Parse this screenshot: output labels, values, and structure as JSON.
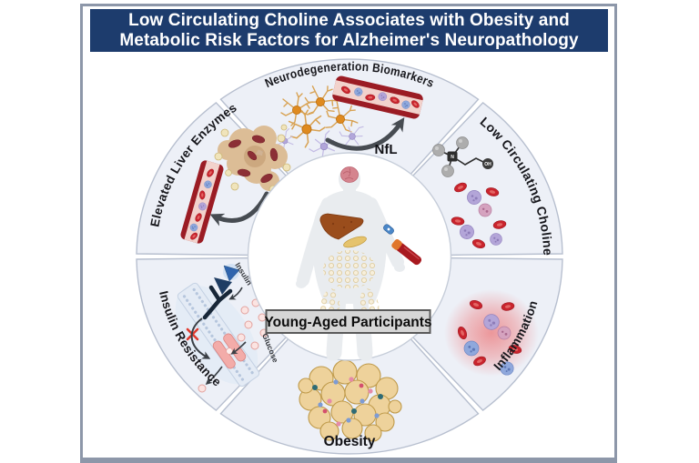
{
  "title": {
    "line1": "Low Circulating Choline Associates with Obesity and",
    "line2": "Metabolic Risk Factors for Alzheimer's Neuropathology"
  },
  "center": {
    "label": "Young-Aged Participants"
  },
  "segments": {
    "neurodegeneration": {
      "label": "Neurodegeneration Biomarkers",
      "biomarker": "NfL"
    },
    "low_circulating_choline": {
      "label": "Low Circulating Choline",
      "molecule_n": "N",
      "molecule_oh": "OH"
    },
    "inflammation": {
      "label": "Inflammation"
    },
    "obesity": {
      "label": "Obesity"
    },
    "insulin_resistance": {
      "label": "Insulin Resistance",
      "insulin_label": "Insulin",
      "glucose_label": "Glucose"
    },
    "elevated_liver_enzymes": {
      "label": "Elevated Liver Enzymes"
    }
  },
  "illustrations": [
    "neurons",
    "blood-vessel",
    "choline-molecule",
    "blood-cells",
    "inflamed-cells",
    "adipocytes",
    "insulin-receptor-membrane",
    "glucose-transporter",
    "fatty-liver-tissue",
    "human-figure",
    "blood-sample-tube"
  ],
  "colors": {
    "title_bar": "#1d3c6d",
    "title_text": "#ffffff",
    "frame_border": "#8d97a9",
    "segment_fill": "#edf0f7",
    "segment_border": "#b7bfcf",
    "center_fill": "#ffffff",
    "vessel_wall": "#9b1c24",
    "rbc_red": "#c9242d",
    "wbc_purple": "#b3a5d8",
    "neuron_orange": "#df8a1f",
    "insulin_blue": "#2f64ad",
    "glucose_pink": "#fbe4e2",
    "adipocyte_fill": "#eed29b",
    "adipocyte_border": "#bf9a4a",
    "inflammation_glow": "#ed4a4a",
    "label_box_fill": "#d6d6d6",
    "label_box_border": "#5a5a5a"
  }
}
